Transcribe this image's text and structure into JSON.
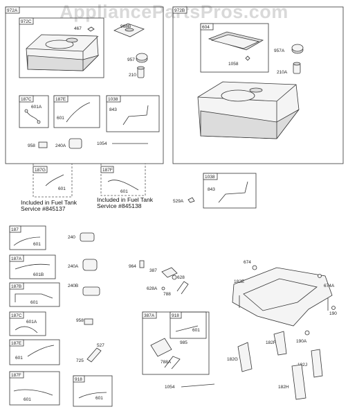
{
  "watermark": "AppliancePartsPros.com",
  "notes": {
    "tank_left": [
      "Included in Fuel Tank",
      "Service #845137"
    ],
    "tank_right": [
      "Included in Fuel Tank",
      "Service #845138"
    ]
  },
  "labels": {
    "l972A": "972A",
    "l972C": "972C",
    "l467": "467",
    "l968B": "968B",
    "l957": "957",
    "l210": "210",
    "l972B": "972B",
    "l604": "604",
    "l957A": "957A",
    "l1058": "1058",
    "l210A": "210A",
    "l187C_t": "187C",
    "l601A_t": "601A",
    "l187E_t": "187E",
    "l601_t": "601",
    "l1038_t": "1038",
    "l843_t": "843",
    "l958_t": "958",
    "l240A_t": "240A",
    "l1054_t": "1054",
    "l187G": "187G",
    "l601_g": "601",
    "l187F_t": "187F",
    "l601_f": "601",
    "l1038_r": "1038",
    "l843_r": "843",
    "l529A": "529A",
    "b187": "187",
    "b601_187": "601",
    "l240": "240",
    "b187A": "187A",
    "b601B": "601B",
    "l240A": "240A",
    "l964": "964",
    "l387": "387",
    "l628": "628",
    "b187B": "187B",
    "b601_187B": "601",
    "l240B": "240B",
    "l628A": "628A",
    "l788": "788",
    "b187C": "187C",
    "b601A": "601A",
    "l958": "958",
    "b387A": "387A",
    "b918_in": "918",
    "b601_in": "601",
    "l985": "985",
    "l788A": "788A",
    "b187E": "187E",
    "b601_187E": "601",
    "l527": "527",
    "l725": "725",
    "b187F": "187F",
    "b601_187F": "601",
    "b918": "918",
    "b601_918": "601",
    "l1054": "1054",
    "l674": "674",
    "l182E": "182E",
    "l674A": "674A",
    "l190": "190",
    "l190A": "190A",
    "l182F": "182F",
    "l182G": "182G",
    "l182J": "182J",
    "l182H": "182H"
  },
  "colors": {
    "line": "#333333",
    "part_fill": "#f4f4f4",
    "shade": "#dcdcdc",
    "watermark": "#d9d9d9"
  }
}
